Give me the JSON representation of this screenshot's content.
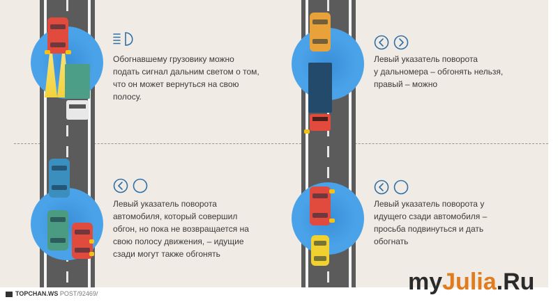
{
  "panels": [
    {
      "id": "high-beam",
      "icon": "high-beam-icon",
      "text": "Обогнавшему грузовику можно\nподать сигнал дальним светом о том,\nчто он может вернуться на свою\nполосу."
    },
    {
      "id": "left-signal-rangefinder",
      "icon": "turn-signals-icon",
      "text": "Левый указатель поворота\nу дальномера – обгонять нельзя,\nправый – можно"
    },
    {
      "id": "left-signal-overtaken",
      "icon": "left-turn-signal-icon",
      "text": "Левый указатель поворота\nавтомобиля, который совершил\nобгон, но пока не возвращается на\nсвою полосу движения, – идущие\nсзади могут также обгонять"
    },
    {
      "id": "left-signal-behind",
      "icon": "left-turn-signal-icon",
      "text": "Левый указатель поворота у\nидущего сзади автомобиля –\nпросьба подвинуться и дать\nобогнать"
    }
  ],
  "footer": {
    "site": "TOPCHAN.WS",
    "post": " POST/92469/"
  },
  "watermark": {
    "part1": "my",
    "part2": "Julia",
    "part3": ".Ru"
  },
  "colors": {
    "background": "#f0ebe4",
    "road": "#5b5b5b",
    "halo": "#4aa2e8",
    "icon": "#2f6fa8",
    "signal": "#f2c21b",
    "watermark_accent": "#e07b1e"
  }
}
